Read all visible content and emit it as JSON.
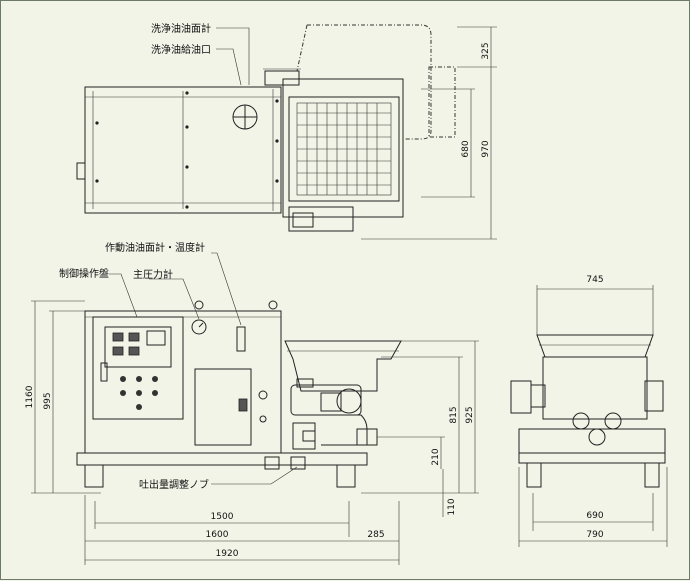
{
  "labels": {
    "wash_oil_level_gauge": "洗浄油油面計",
    "wash_oil_filler": "洗浄油給油口",
    "hydraulic_gauge": "作動油油面計・温度計",
    "control_panel": "制御操作盤",
    "main_pressure_gauge": "主圧力計",
    "discharge_nozzle": "吐出量調整ノブ"
  },
  "dimensions": {
    "top_view": {
      "d325": "325",
      "d680": "680",
      "d970": "970"
    },
    "side_view": {
      "d1160": "1160",
      "d995": "995",
      "d815": "815",
      "d925": "925",
      "d210": "210",
      "d110": "110",
      "d1500": "1500",
      "d1600": "1600",
      "d285": "285",
      "d1920": "1920"
    },
    "end_view": {
      "d745": "745",
      "d690": "690",
      "d790": "790"
    }
  }
}
